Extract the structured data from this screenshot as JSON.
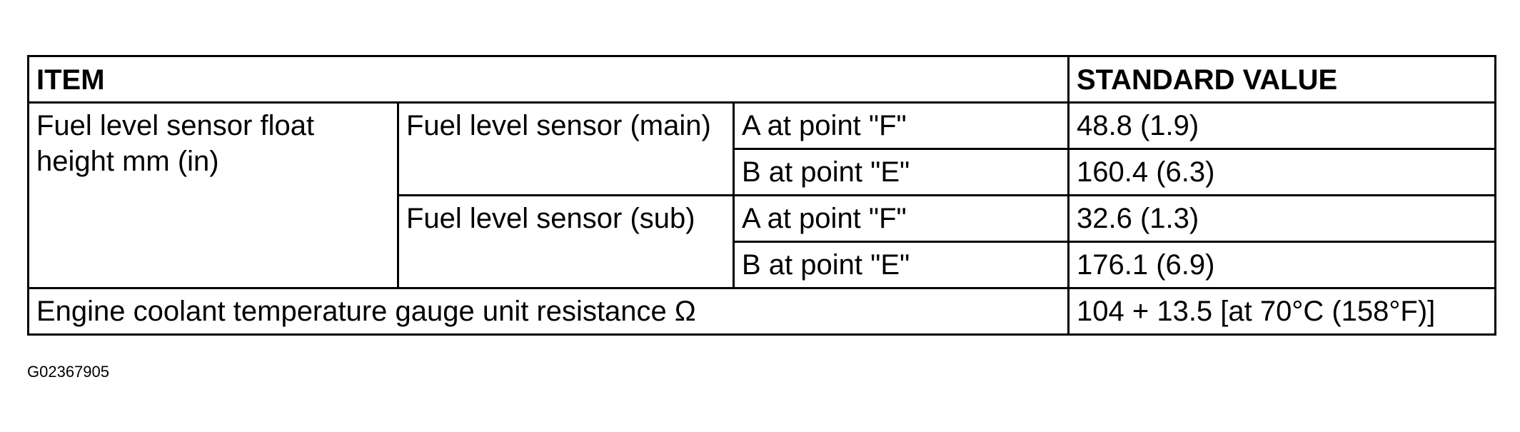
{
  "table": {
    "header": {
      "item": "ITEM",
      "standard_value": "STANDARD VALUE"
    },
    "float_height": {
      "label": "Fuel level sensor float height mm (in)",
      "main": {
        "label": "Fuel level sensor (main)",
        "rows": [
          {
            "point": "A at point \"F\"",
            "value": "48.8 (1.9)"
          },
          {
            "point": "B at point \"E\"",
            "value": "160.4 (6.3)"
          }
        ]
      },
      "sub": {
        "label": "Fuel level sensor (sub)",
        "rows": [
          {
            "point": "A at point \"F\"",
            "value": "32.6 (1.3)"
          },
          {
            "point": "B at point \"E\"",
            "value": "176.1 (6.9)"
          }
        ]
      }
    },
    "coolant": {
      "label": "Engine coolant temperature gauge unit resistance Ω",
      "value": "104 + 13.5 [at 70°C (158°F)]"
    }
  },
  "figure_code": "G02367905"
}
